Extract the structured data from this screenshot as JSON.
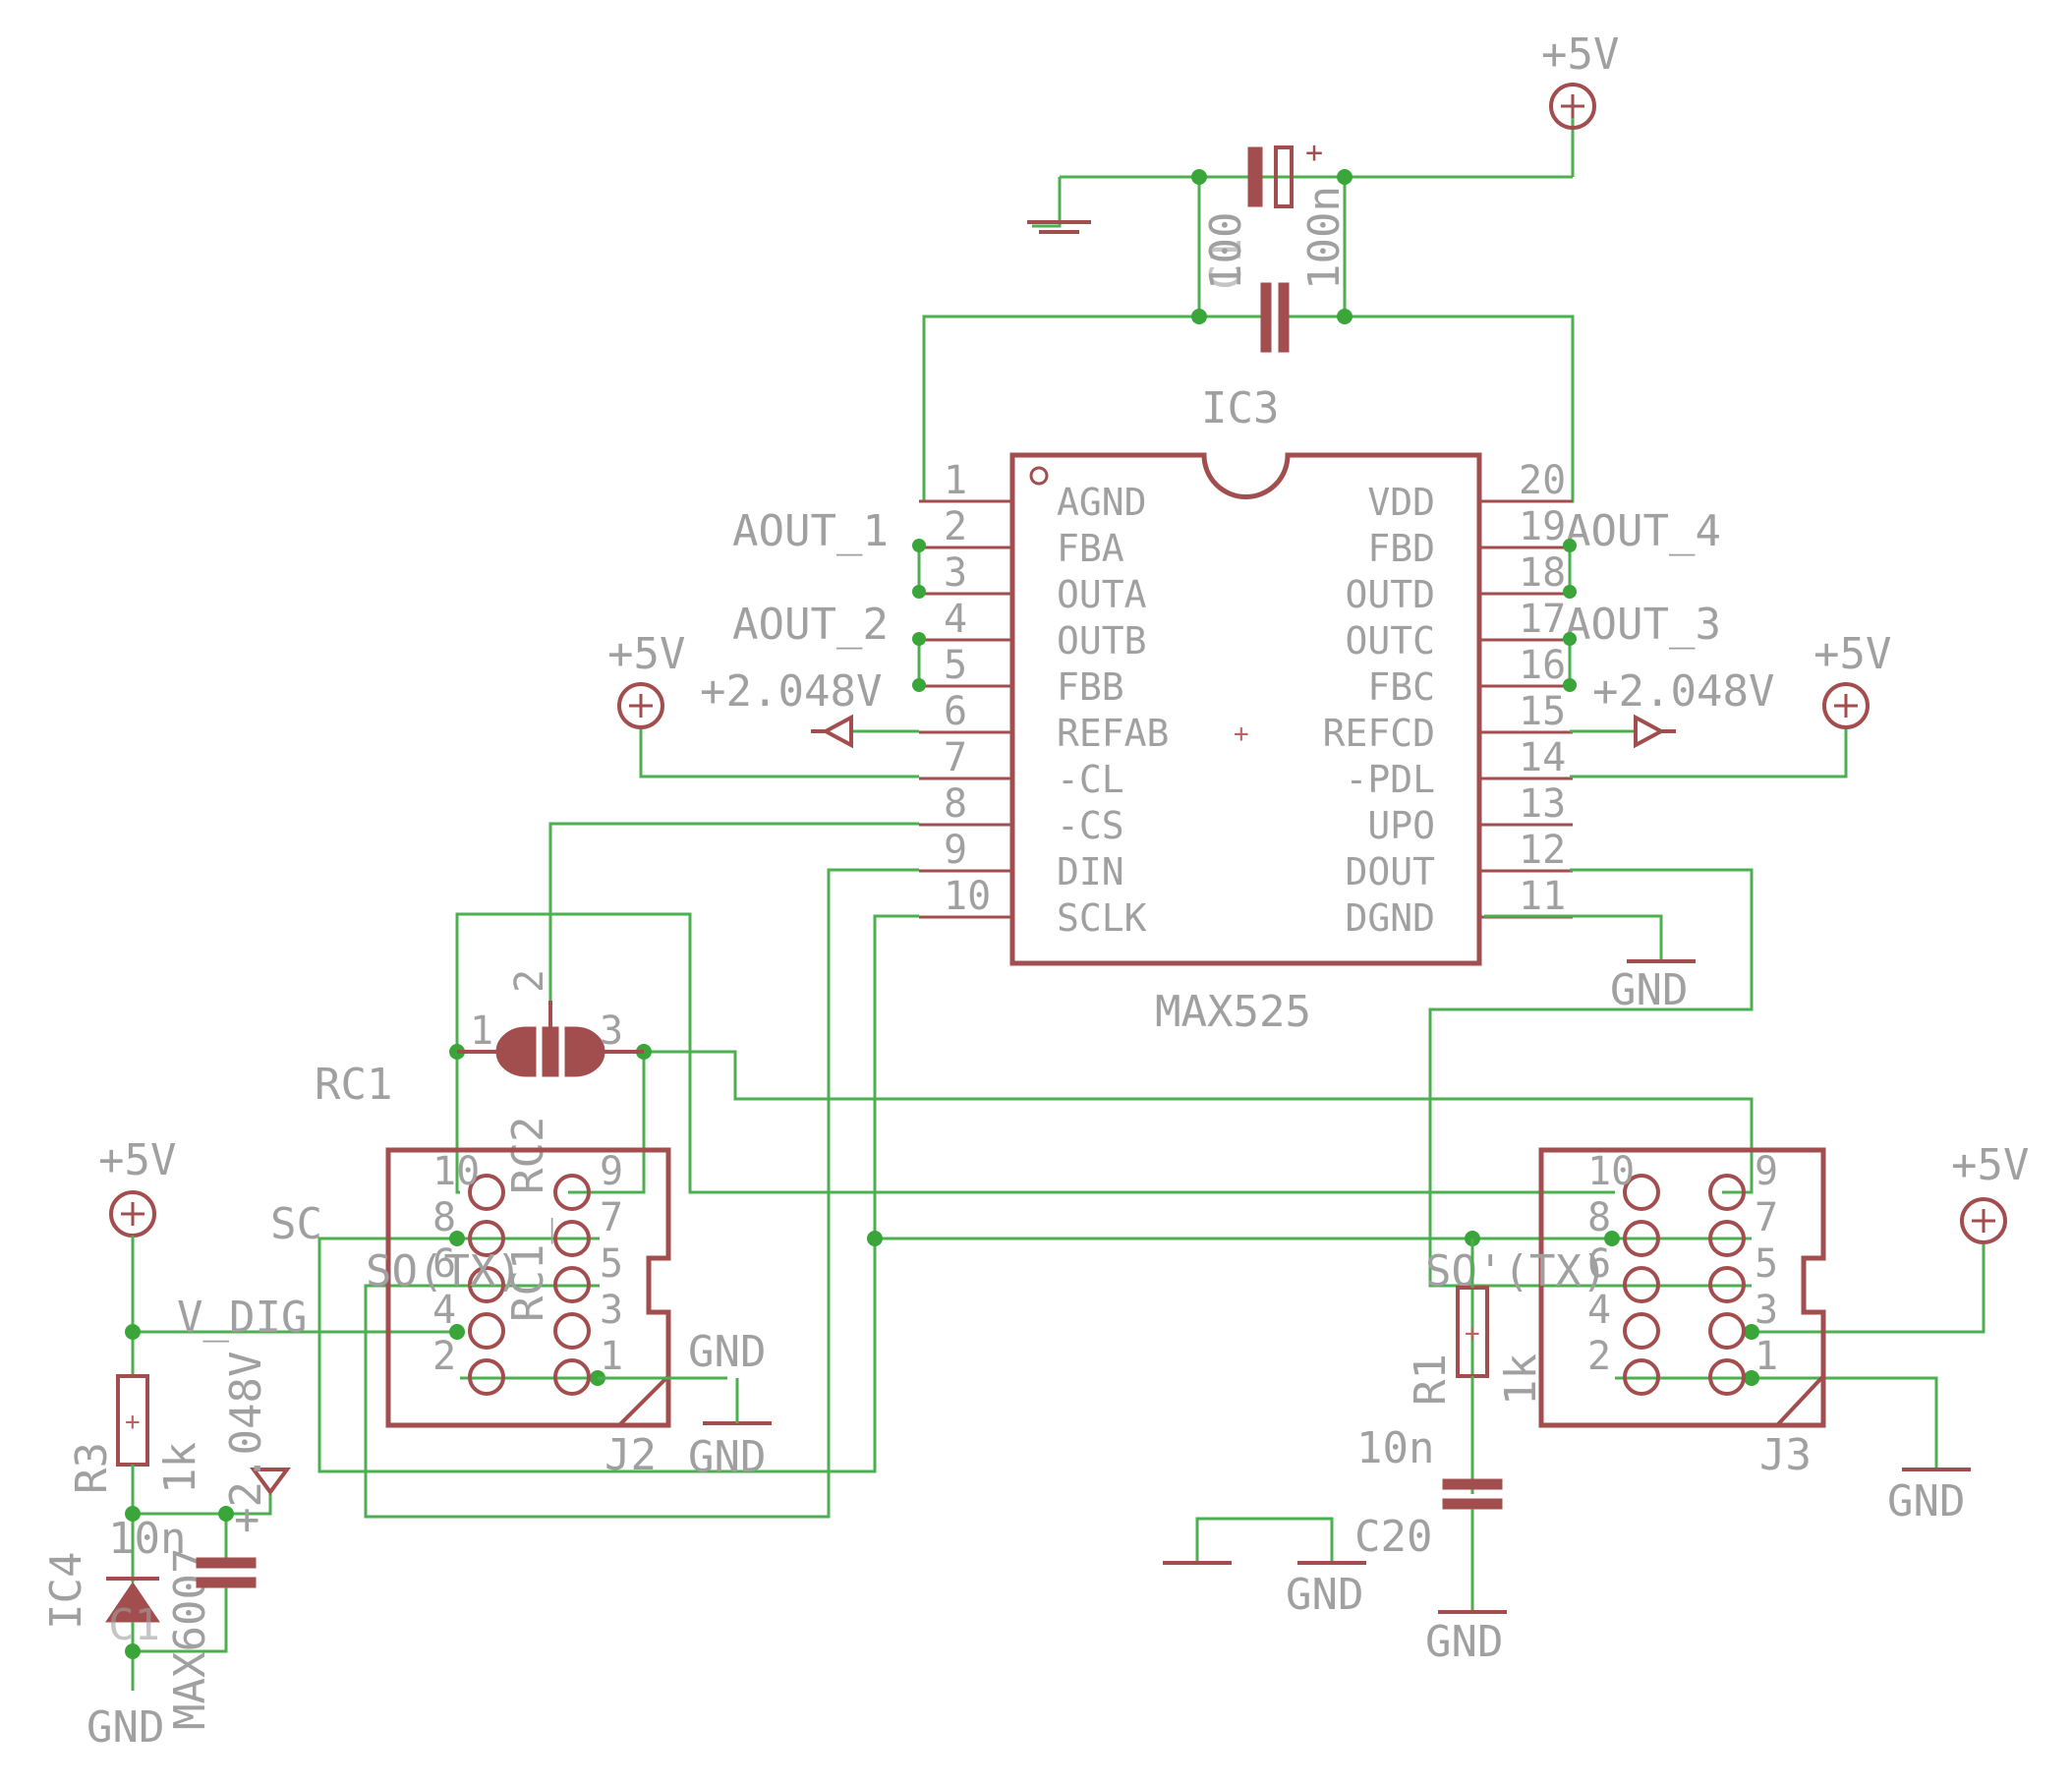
{
  "ic3": {
    "ref": "IC3",
    "value": "MAX525",
    "pins_left": [
      {
        "num": "1",
        "name": "AGND"
      },
      {
        "num": "2",
        "name": "FBA"
      },
      {
        "num": "3",
        "name": "OUTA"
      },
      {
        "num": "4",
        "name": "OUTB"
      },
      {
        "num": "5",
        "name": "FBB"
      },
      {
        "num": "6",
        "name": "REFAB"
      },
      {
        "num": "7",
        "name": "-CL"
      },
      {
        "num": "8",
        "name": "-CS"
      },
      {
        "num": "9",
        "name": "DIN"
      },
      {
        "num": "10",
        "name": "SCLK"
      }
    ],
    "pins_right": [
      {
        "num": "20",
        "name": "VDD"
      },
      {
        "num": "19",
        "name": "FBD"
      },
      {
        "num": "18",
        "name": "OUTD"
      },
      {
        "num": "17",
        "name": "OUTC"
      },
      {
        "num": "16",
        "name": "FBC"
      },
      {
        "num": "15",
        "name": "REFCD"
      },
      {
        "num": "14",
        "name": "-PDL"
      },
      {
        "num": "13",
        "name": "UPO"
      },
      {
        "num": "12",
        "name": "DOUT"
      },
      {
        "num": "11",
        "name": "DGND"
      }
    ]
  },
  "nets": {
    "aout_1": "AOUT_1",
    "aout_2": "AOUT_2",
    "aout_3": "AOUT_3",
    "aout_4": "AOUT_4",
    "ref_left": "+2.048V",
    "ref_right": "+2.048V",
    "sc": "SC",
    "so_tx_j2": "SO(TX)",
    "so_tx_j3": "SO'(TX)",
    "v_dig": "V_DIG"
  },
  "power": {
    "plus5v_top": "+5V",
    "plus5v_left": "+5V",
    "plus5v_right": "+5V",
    "plus5v_far_left": "+5V",
    "plus5v_far_right": "+5V",
    "gnd_ic": "GND",
    "gnd_j2a": "GND",
    "gnd_j2b": "GND",
    "gnd_left": "GND",
    "gnd_c20a": "GND",
    "gnd_c20b": "GND",
    "gnd_j3": "GND",
    "ref_ic4": "+2.048V"
  },
  "caps_top": {
    "c_elec_value": "100",
    "c_elec_ref": "C10",
    "c_cer_value": "100n"
  },
  "rc": {
    "rc1": "RC1",
    "rc2": "RC2",
    "rc2_value": "RC1_",
    "pin1": "1",
    "pin2": "2",
    "pin3": "3"
  },
  "j2": {
    "ref": "J2",
    "pins_left": [
      "10",
      "8",
      "6",
      "4",
      "2"
    ],
    "pins_right": [
      "9",
      "7",
      "5",
      "3",
      "1"
    ]
  },
  "j3": {
    "ref": "J3",
    "pins_left": [
      "10",
      "8",
      "6",
      "4",
      "2"
    ],
    "pins_right": [
      "9",
      "7",
      "5",
      "3",
      "1"
    ]
  },
  "r1": {
    "ref": "R1",
    "value": "1k"
  },
  "c20": {
    "ref": "C20",
    "value": "10n"
  },
  "r3": {
    "ref": "R3",
    "value": "1k"
  },
  "ic4": {
    "ref": "IC4",
    "value": "MAX6007"
  },
  "c1": {
    "ref": "C1",
    "value": "10n"
  }
}
